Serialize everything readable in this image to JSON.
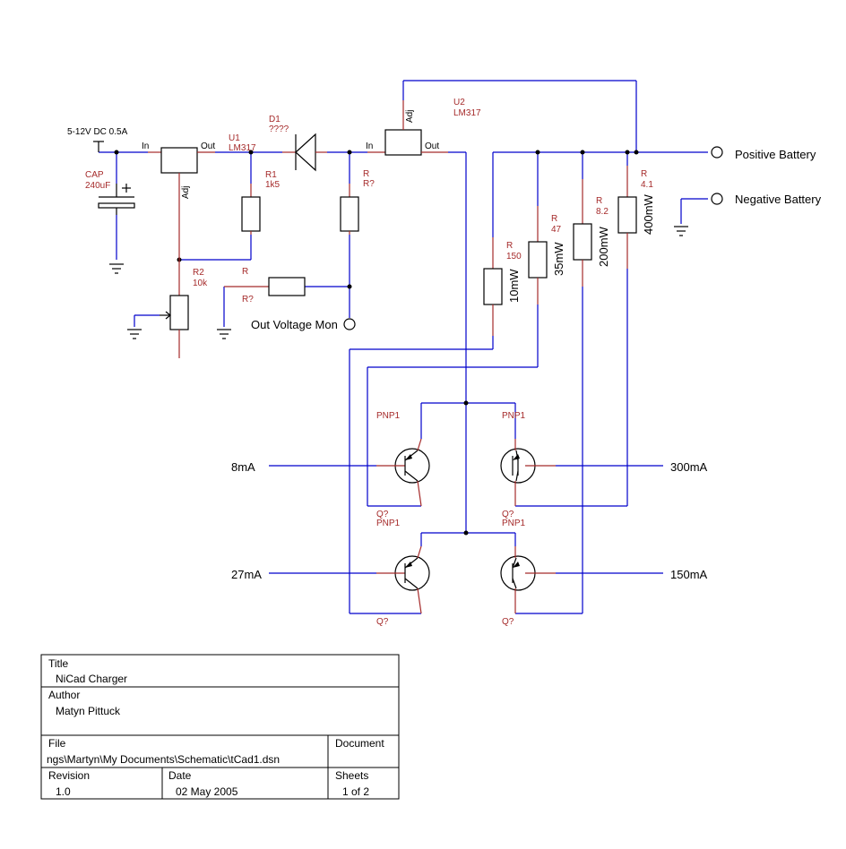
{
  "supply": {
    "label": "5-12V DC 0.5A"
  },
  "cap": {
    "ref": "CAP",
    "value": "240uF"
  },
  "u1": {
    "ref": "U1",
    "value": "LM317",
    "in": "In",
    "out": "Out",
    "adj": "Adj"
  },
  "d1": {
    "ref": "D1",
    "value": "????"
  },
  "r1": {
    "ref": "R1",
    "value": "1k5"
  },
  "r2": {
    "ref": "R2",
    "value": "10k"
  },
  "r_mon": {
    "ref": "R",
    "value": "R?"
  },
  "r_top": {
    "ref": "R",
    "value": "R?"
  },
  "u2": {
    "ref": "U2",
    "value": "LM317",
    "in": "In",
    "out": "Out",
    "adj": "Adj"
  },
  "out_voltage_mon": "Out Voltage Mon",
  "positive_battery": "Positive Battery",
  "negative_battery": "Negative Battery",
  "resistors": [
    {
      "ref": "R",
      "value": "150",
      "power": "10mW"
    },
    {
      "ref": "R",
      "value": "47",
      "power": "35mW"
    },
    {
      "ref": "R",
      "value": "8.2",
      "power": "200mW"
    },
    {
      "ref": "R",
      "value": "4.1",
      "power": "400mW"
    }
  ],
  "transistors": [
    {
      "ref": "PNP1",
      "value": "Q?",
      "input": "8mA"
    },
    {
      "ref": "PNP1",
      "value": "Q?",
      "input": "300mA"
    },
    {
      "ref": "PNP1",
      "value": "Q?",
      "input": "27mA"
    },
    {
      "ref": "PNP1",
      "value": "Q?",
      "input": "150mA"
    }
  ],
  "title_block": {
    "title_label": "Title",
    "title": "NiCad Charger",
    "author_label": "Author",
    "author": "Matyn Pittuck",
    "file_label": "File",
    "file": "ngs\\Martyn\\My Documents\\Schematic\\tCad1.dsn",
    "document_label": "Document",
    "revision_label": "Revision",
    "revision": "1.0",
    "date_label": "Date",
    "date": "02 May 2005",
    "sheets_label": "Sheets",
    "sheets": "1 of 2"
  }
}
